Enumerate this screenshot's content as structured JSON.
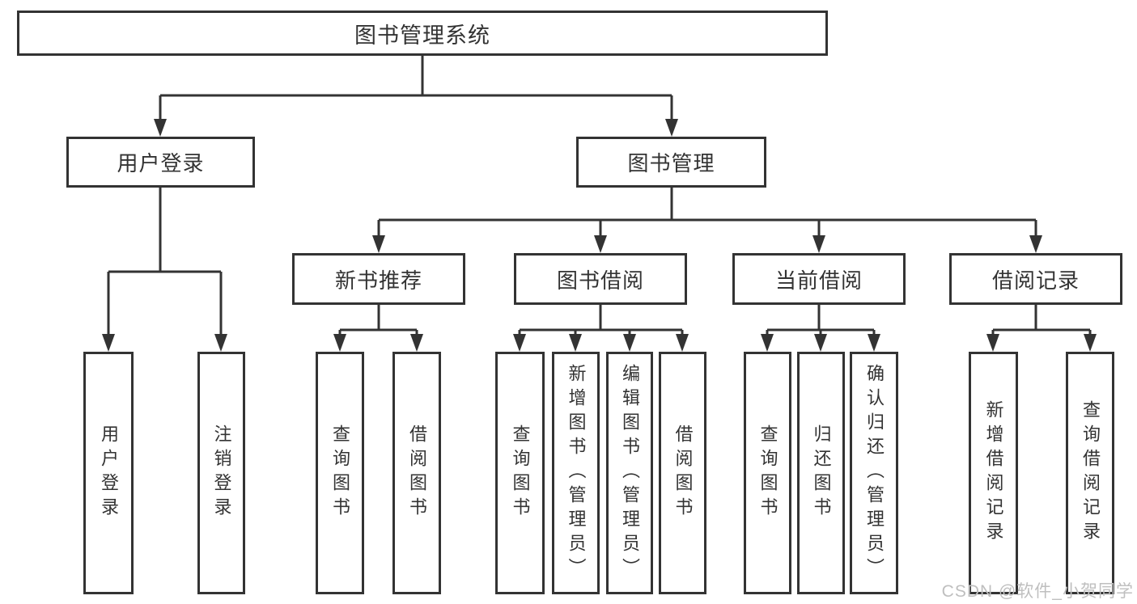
{
  "diagram": {
    "title": "图书管理系统",
    "level2": [
      {
        "label": "用户登录"
      },
      {
        "label": "图书管理"
      }
    ],
    "level3": [
      {
        "label": "新书推荐"
      },
      {
        "label": "图书借阅"
      },
      {
        "label": "当前借阅"
      },
      {
        "label": "借阅记录"
      }
    ],
    "leaves": [
      {
        "label": "用户登录"
      },
      {
        "label": "注销登录"
      },
      {
        "label": "查询图书"
      },
      {
        "label": "借阅图书"
      },
      {
        "label": "查询图书"
      },
      {
        "label": "新增图书（管理员）"
      },
      {
        "label": "编辑图书（管理员）"
      },
      {
        "label": "借阅图书"
      },
      {
        "label": "查询图书"
      },
      {
        "label": "归还图书"
      },
      {
        "label": "确认归还（管理员）"
      },
      {
        "label": "新增借阅记录"
      },
      {
        "label": "查询借阅记录"
      }
    ]
  },
  "watermark": {
    "text": "CSDN @软件_小贺同学"
  },
  "colors": {
    "line": "#333333",
    "text": "#333333",
    "box_background": "#ffffff",
    "watermark": "#bfbfbf"
  }
}
